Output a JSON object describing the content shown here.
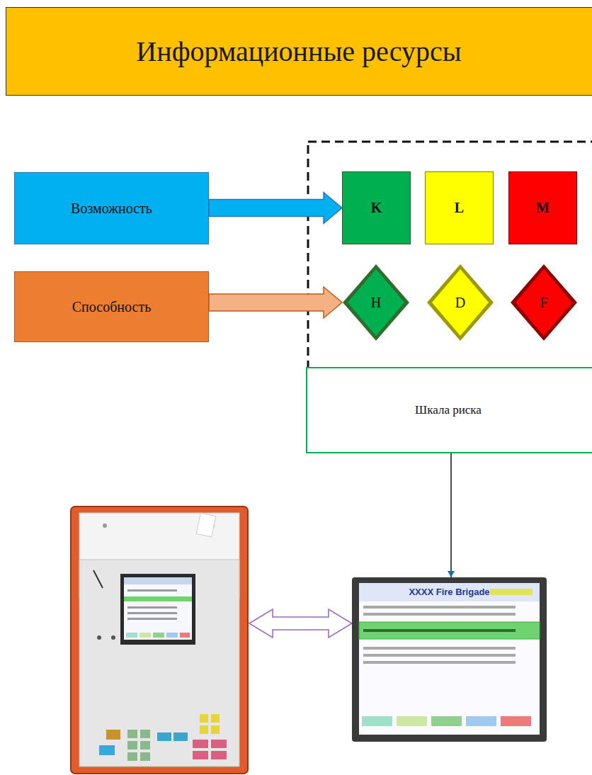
{
  "diagram": {
    "title": "Информационные ресурсы",
    "nodes": [
      {
        "text": [
          "Возможность"
        ]
      },
      {
        "text": [
          "Способность"
        ]
      },
      {
        "text": [
          "K"
        ]
      },
      {
        "text": [
          "L"
        ]
      },
      {
        "text": [
          "M"
        ]
      },
      {
        "text": [
          "H"
        ]
      },
      {
        "text": [
          "D"
        ]
      },
      {
        "text": [
          "F"
        ]
      },
      {
        "text": [
          "Шкала риска"
        ]
      },
      {
        "text": [
          "XXXX Fire Brigade"
        ]
      }
    ],
    "edges": [
      {
        "from": 0,
        "to": 2,
        "arrow": "to"
      },
      {
        "from": 1,
        "to": 5,
        "arrow": "to"
      },
      {
        "from": 8,
        "to": 9,
        "arrow": "to"
      }
    ]
  }
}
